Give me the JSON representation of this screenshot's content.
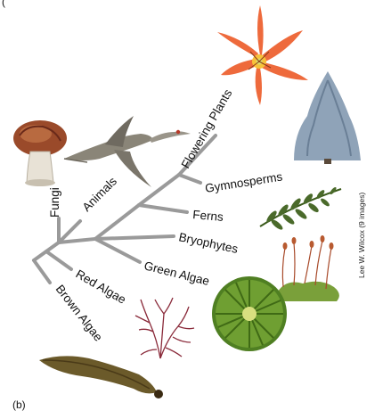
{
  "panel_label": "(b)",
  "top_label_fragment": "(",
  "credit": "Lee W. Wilcox (9 images)",
  "branches": {
    "fungi": "Fungi",
    "animals": "Animals",
    "flowering_plants": "Flowering Plants",
    "gymnosperms": "Gymnosperms",
    "ferns": "Ferns",
    "bryophytes": "Bryophytes",
    "green_algae": "Green Algae",
    "red_algae": "Red Algae",
    "brown_algae": "Brown Algae"
  },
  "colors": {
    "tree": "#9a9a9a",
    "lily": "#ee6a3c",
    "spruce": "#8fa3b8",
    "fern": "#4a6a2a",
    "moss": "#7aa03a",
    "green_alga": "#5f8f2a",
    "red_alga": "#8a2a3a",
    "brown_alga": "#6b5a2a",
    "mushroom": "#9a4a2a",
    "crane": "#8a8578"
  }
}
